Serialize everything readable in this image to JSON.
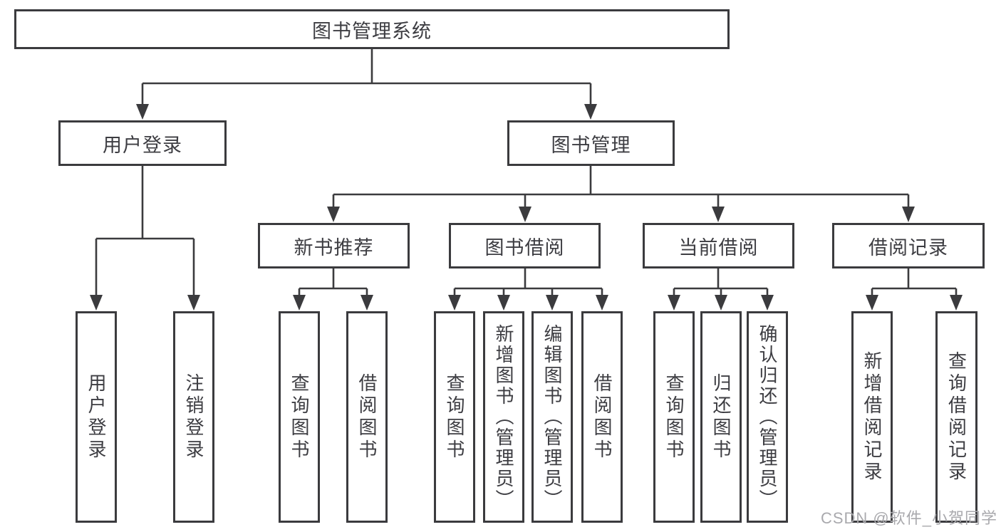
{
  "colors": {
    "line": "#3b3b3e",
    "text": "#3d3d42",
    "bg": "#ffffff",
    "watermark": "#a9a9ad"
  },
  "tree": {
    "root": {
      "label": "图书管理系统"
    },
    "branches": [
      {
        "label": "用户登录",
        "children": [
          {
            "label": "用户登录"
          },
          {
            "label": "注销登录"
          }
        ]
      },
      {
        "label": "图书管理",
        "children": [
          {
            "label": "新书推荐",
            "children": [
              {
                "label": "查询图书"
              },
              {
                "label": "借阅图书"
              }
            ]
          },
          {
            "label": "图书借阅",
            "children": [
              {
                "label": "查询图书"
              },
              {
                "label": "新增图书（管理员）"
              },
              {
                "label": "编辑图书（管理员）"
              },
              {
                "label": "借阅图书"
              }
            ]
          },
          {
            "label": "当前借阅",
            "children": [
              {
                "label": "查询图书"
              },
              {
                "label": "归还图书"
              },
              {
                "label": "确认归还（管理员）"
              }
            ]
          },
          {
            "label": "借阅记录",
            "children": [
              {
                "label": "新增借阅记录"
              },
              {
                "label": "查询借阅记录"
              }
            ]
          }
        ]
      }
    ]
  },
  "watermark": {
    "text": "CSDN @软件_小贺同学"
  }
}
